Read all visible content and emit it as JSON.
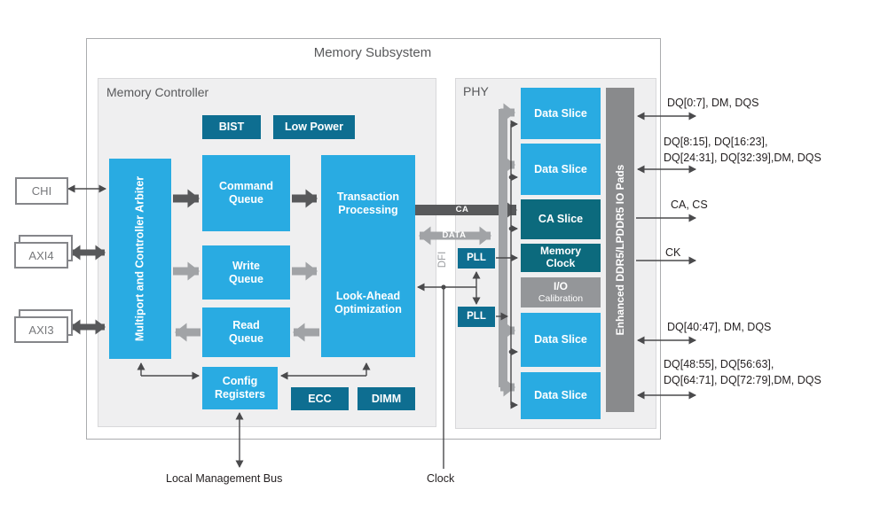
{
  "title": "Memory Subsystem",
  "memory_controller": {
    "title": "Memory Controller",
    "bist": "BIST",
    "low_power": "Low Power",
    "arbiter": "Multiport and Controller Arbiter",
    "command_queue": "Command Queue",
    "write_queue": "Write Queue",
    "read_queue": "Read Queue",
    "transaction_processing": "Transaction Processing",
    "look_ahead": "Look-Ahead Optimization",
    "config_registers": "Config Registers",
    "ecc": "ECC",
    "dimm": "DIMM"
  },
  "phy": {
    "title": "PHY",
    "data_slice": "Data Slice",
    "ca_slice": "CA Slice",
    "memory_clock": "Memory Clock",
    "io_calibration_line1": "I/O",
    "io_calibration_line2": "Calibration",
    "pll": "PLL",
    "io_pads": "Enhanced DDR5/LPDDR5 IO Pads"
  },
  "left_ports": [
    {
      "label": "CHI"
    },
    {
      "label": "AXI4"
    },
    {
      "label": "AXI3"
    }
  ],
  "bus_labels": {
    "ca": "CA",
    "data": "DATA",
    "dfi": "DFI"
  },
  "right_ports": [
    {
      "lines": [
        "DQ[0:7], DM, DQS"
      ]
    },
    {
      "lines": [
        "DQ[8:15], DQ[16:23],",
        "DQ[24:31], DQ[32:39],DM, DQS"
      ]
    },
    {
      "lines": [
        "CA, CS"
      ]
    },
    {
      "lines": [
        "CK"
      ]
    },
    {
      "lines": [
        "DQ[40:47], DM, DQS"
      ]
    },
    {
      "lines": [
        "DQ[48:55], DQ[56:63],",
        "DQ[64:71], DQ[72:79],DM, DQS"
      ]
    }
  ],
  "bottom_labels": {
    "local_management_bus": "Local Management Bus",
    "clock": "Clock"
  },
  "colors": {
    "light_blue": "#29abe2",
    "dark_blue": "#0e6e91",
    "teal": "#0c6a7d",
    "gray_block": "#949699",
    "gray_bar": "#898a8c",
    "arrow_dark": "#58595b",
    "arrow_light": "#a1a3a6",
    "line_dark": "#4a4a4c",
    "title_gray": "#58595b",
    "text_dark": "#231f20"
  }
}
